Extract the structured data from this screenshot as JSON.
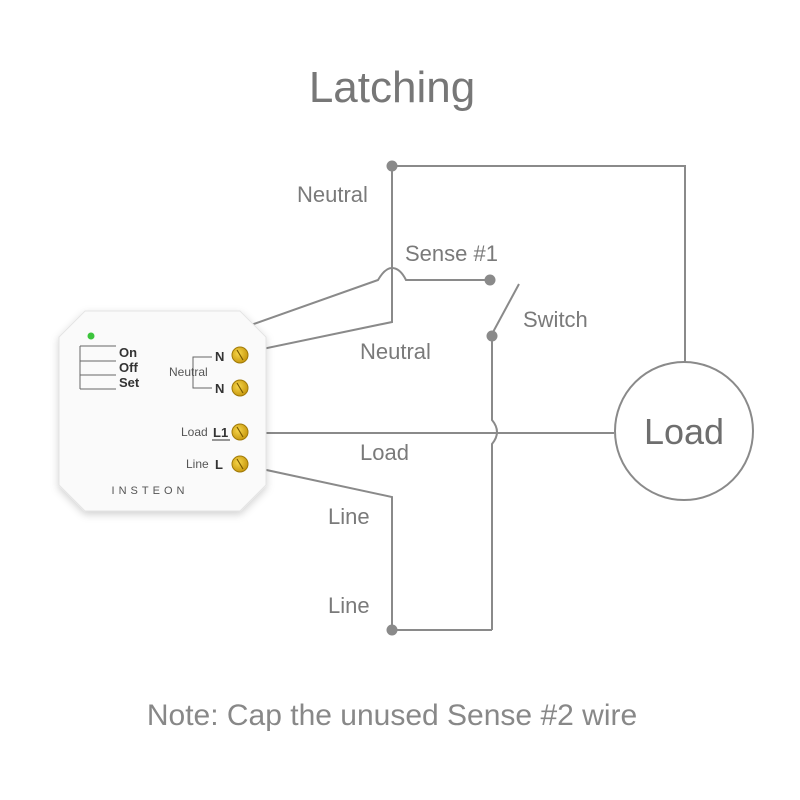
{
  "title": "Latching",
  "note": "Note: Cap the unused Sense #2 wire",
  "wires": {
    "neutral_top": "Neutral",
    "neutral_mid": "Neutral",
    "sense": "Sense #1",
    "switch": "Switch",
    "load": "Load",
    "line_upper": "Line",
    "line_lower": "Line"
  },
  "load_circle": "Load",
  "device": {
    "buttons": [
      "On",
      "Off",
      "Set"
    ],
    "neutral_group": "Neutral",
    "terminal_n1": "N",
    "terminal_n2": "N",
    "load_small": "Load",
    "terminal_l1": "L1",
    "line_small": "Line",
    "terminal_l": "L",
    "brand": "INSTEON"
  },
  "colors": {
    "wire": "#8a8a8a",
    "node": "#8a8a8a",
    "terminal": "#e8b820",
    "led": "#3cc43c"
  }
}
